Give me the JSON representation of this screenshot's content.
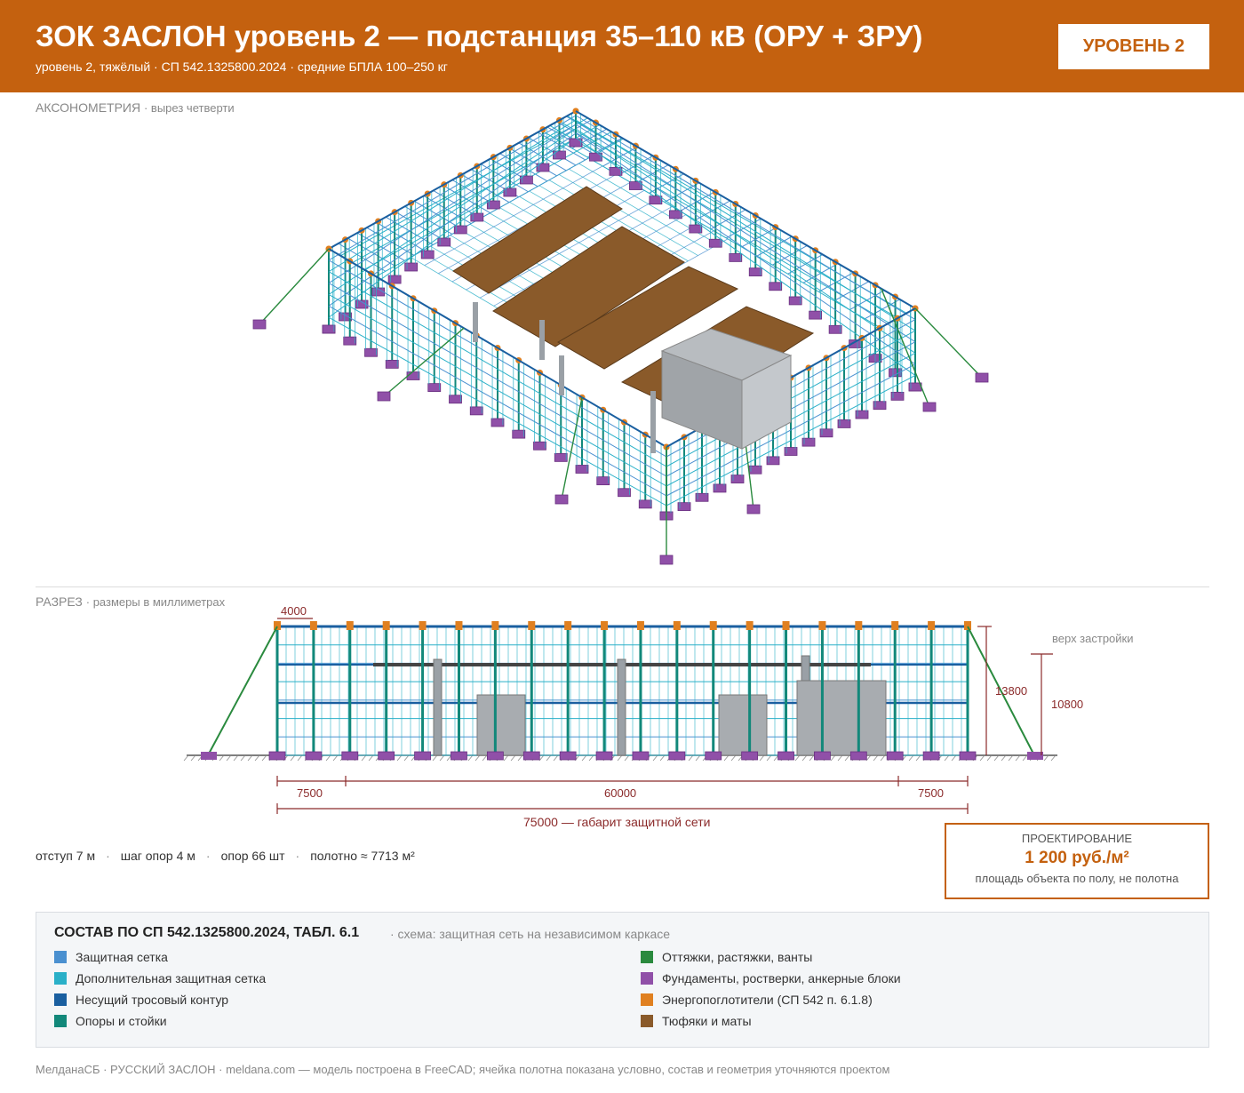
{
  "header": {
    "title": "ЗОК ЗАСЛОН уровень 2 — подстанция 35–110 кВ (ОРУ + ЗРУ)",
    "subtitle": "уровень 2, тяжёлый · СП 542.1325800.2024 · средние БПЛА 100–250 кг",
    "badge": "УРОВЕНЬ 2",
    "accent_color": "#c4610f"
  },
  "axonometry": {
    "label": "АКСОНОМЕТРИЯ",
    "sublabel": "· вырез четверти"
  },
  "section": {
    "label": "РАЗРЕЗ",
    "sublabel": "· размеры в миллиметрах",
    "dim_step": "4000",
    "dim_height_net": "13800",
    "dim_height_build": "10800",
    "build_top_label": "верх застройки",
    "dim_left": "7500",
    "dim_center": "60000",
    "dim_right": "7500",
    "dim_total": "75000 — габарит защитной сети"
  },
  "stats": {
    "offset": "отступ 7 м",
    "step": "шаг опор 4 м",
    "poles": "опор 66 шт",
    "area": "полотно ≈ 7713 м²"
  },
  "price": {
    "label": "ПРОЕКТИРОВАНИЕ",
    "value": "1 200 руб./м²",
    "note": "площадь объекта по полу, не полотна"
  },
  "legend": {
    "title": "СОСТАВ ПО СП 542.1325800.2024, ТАБЛ. 6.1",
    "scheme": "· схема: защитная сеть на независимом каркасе",
    "items": [
      {
        "label": "Защитная сетка",
        "color": "#4a90d0"
      },
      {
        "label": "Дополнительная защитная сетка",
        "color": "#2ab0c8"
      },
      {
        "label": "Несущий тросовый контур",
        "color": "#1a5fa0"
      },
      {
        "label": "Опоры и стойки",
        "color": "#12887a"
      },
      {
        "label": "Оттяжки, растяжки, ванты",
        "color": "#2a8a3e"
      },
      {
        "label": "Фундаменты, ростверки, анкерные блоки",
        "color": "#9050a8"
      },
      {
        "label": "Энергопоглотители (СП 542 п. 6.1.8)",
        "color": "#e08020"
      },
      {
        "label": "Тюфяки и маты",
        "color": "#8a5a2a"
      }
    ]
  },
  "footer": {
    "text": "МелданаСБ · РУССКИЙ ЗАСЛОН · meldana.com — модель построена в FreeCAD; ячейка полотна показана условно, состав и геометрия уточняются проектом"
  }
}
